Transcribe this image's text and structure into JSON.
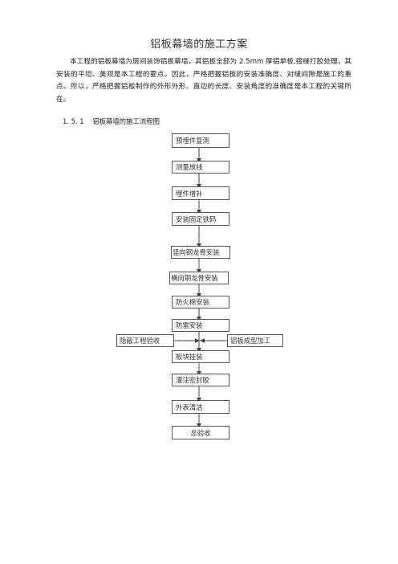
{
  "document": {
    "title": "铝板幕墙的施工方案",
    "paragraph": "本工程的铝板幕墙为层间装饰铝板幕墙，其铝板全部为 2.5mm 厚铝单板,接缝打胶处理，其安装的平坦、美观是本工程的要点。因此，严格把握铝板的安装准确度、对缝间隙是施工的重点。所以，严格把握铝板制作的外形外形、直边的长度、安装角度的准确度是本工程的关键所在。",
    "section_number": "1. 5. 1",
    "section_title": "铝板幕墙的施工流程图"
  },
  "flowchart": {
    "steps": [
      "预埋件复测",
      "测量放线",
      "埋件增补",
      "安装固定铁码",
      "竖向钢龙骨安装",
      "横向钢龙骨安装",
      "防火棉安装",
      "防雷安装",
      "板块挂装",
      "灌注密封胶",
      "外表清洁",
      "总验收"
    ],
    "side_left": "隐蔽工程验收",
    "side_right": "铝板成型加工"
  }
}
